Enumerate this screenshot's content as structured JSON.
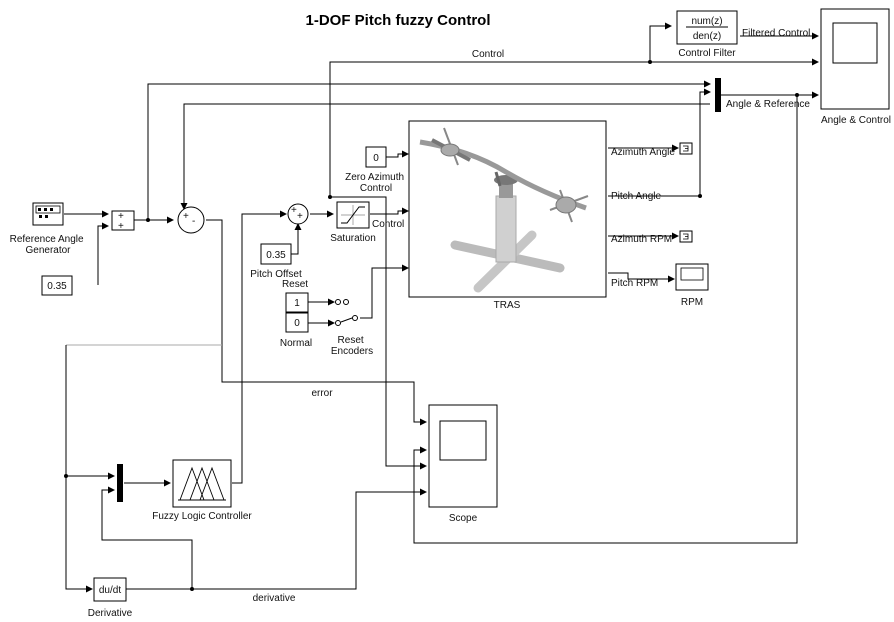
{
  "title": "1-DOF Pitch fuzzy Control",
  "blocks": {
    "ref_gen": "Reference Angle\nGenerator",
    "const_035": "0.35",
    "pitch_offset_value": "0.35",
    "pitch_offset": "Pitch Offset",
    "zero_azimuth_value": "0",
    "zero_azimuth": "Zero Azimuth\nControl",
    "saturation": "Saturation",
    "reset_title": "Reset",
    "reset_value": "1",
    "normal_value": "0",
    "normal": "Normal",
    "reset_encoders": "Reset\nEncoders",
    "tras": "TRAS",
    "rpm": "RPM",
    "filter_num": "num(z)",
    "filter_den": "den(z)",
    "control_filter": "Control Filter",
    "angle_control": "Angle & Control",
    "scope": "Scope",
    "flc": "Fuzzy Logic  Controller",
    "derivative_block": "du/dt",
    "derivative": "Derivative"
  },
  "signals": {
    "control_top": "Control",
    "filtered_control": "Filtered Control",
    "angle_reference": "Angle & Reference",
    "control_mid": "Control",
    "azimuth_angle": "Azimuth Angle",
    "pitch_angle": "Pitch Angle",
    "azimuth_rpm": "Azimuth RPM",
    "pitch_rpm": "Pitch RPM",
    "error": "error",
    "derivative": "derivative"
  }
}
